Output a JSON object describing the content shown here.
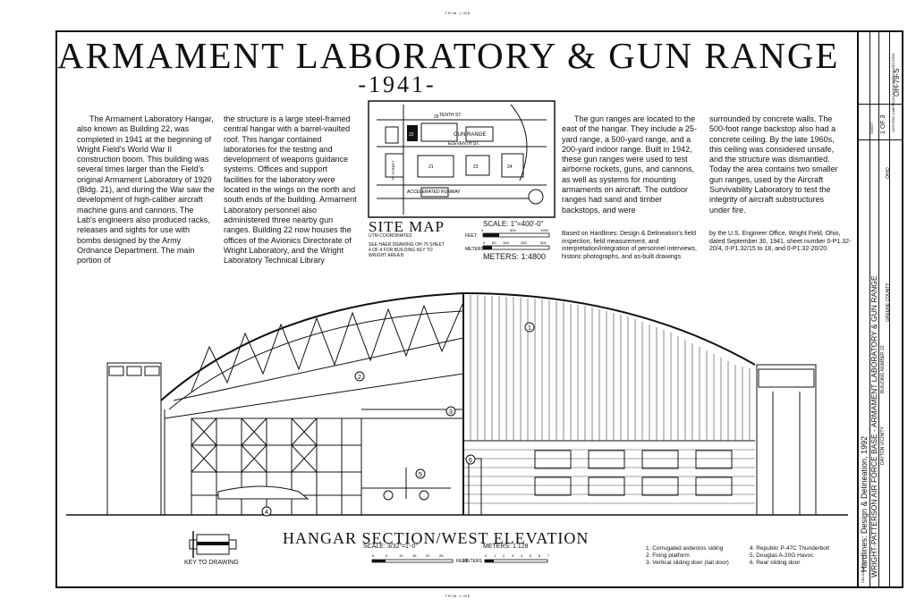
{
  "trim_line": "TRIM LINE",
  "title": "ARMAMENT LABORATORY & GUN RANGE",
  "year": "-1941-",
  "col1": "The Armament Laboratory Hangar, also known as Building 22, was completed in 1941 at the beginning of Wright Field's World War II construction boom. This building was several times larger than the Field's original Armament Laboratory of 1929 (Bldg. 21), and during the War saw the development of high-caliber aircraft machine guns and cannons. The Lab's engineers also produced racks, releases and sights for use with bombs designed by the Army Ordnance Department. The main portion of",
  "col2": "the structure is a large steel-framed central hangar with a barrel-vaulted roof. This hangar contained laboratories for the testing and development of weapons guidance systems. Offices and support facilities for the laboratory were located in the wings on the north and south ends of the building. Armament Laboratory personnel also administered three nearby gun ranges. Building 22 now houses the offices of the Avionics Directorate of Wright Laboratory, and the Wright Laboratory Technical Library",
  "col3": "The gun ranges are located to the east of the hangar. They include a 25-yard range, a 500-yard range, and a 200-yard indoor range. Built in 1942, these gun ranges were used to test airborne rockets, guns, and cannons, as well as systems for mounting armaments on aircraft. The outdoor ranges had sand and timber backstops, and were",
  "col4": "surrounded by concrete walls. The 500-foot range backstop also had a concrete ceiling. By the late 1960s, this ceiling was considered unsafe, and the structure was dismantled. Today the area contains two smaller gun ranges, used by the Aircraft Survivability Laboratory to test the integrity of aircraft substructures under fire.",
  "site_map": {
    "title": "SITE MAP",
    "utm": "UTM COORDINATES",
    "note": "SEE HAER DRAWING OH-79 SHEET 4 OF 4 FOR BUILDING KEY TO WRIGHT AREA B",
    "scale": "SCALE: 1\"=400'-0\"",
    "feet": "FEET",
    "meters_label": "METERS",
    "meters_ratio": "METERS: 1:4800",
    "street_tenth": "TENTH ST.",
    "street_eleventh": "ELEVENTH ST.",
    "street_p": "\"P\" STREET",
    "runway": "ACCELERATED RUNWAY",
    "gun_range": "GUN RANGE",
    "bldg_22": "22",
    "bldg_20": "20",
    "bldg_21": "21",
    "bldg_23": "23",
    "bldg_24": "24",
    "ft_ticks": [
      "0",
      "500",
      "1000"
    ],
    "m_ticks": [
      "0",
      "50",
      "100",
      "200",
      "300"
    ]
  },
  "based_note": "Based on Hardlines: Design & Delineation's field inspection, field measurement, and interpretation/integration of personnel interviews, historic photographs, and as-built drawings",
  "us_note": "by the U.S. Engineer Office, Wright Field, Ohio, dated September 30, 1941, sheet number 0-P1.32-20/4, 0-P1.32/15 to 18, and 0-P1.32-20/20.",
  "section": {
    "title": "HANGAR SECTION/WEST ELEVATION",
    "scale": "SCALE: 3/32\"=1'-0\"",
    "meters": "METERS: 1:128",
    "feet": "FEET",
    "meters_label": "METERS",
    "ft_ticks": [
      "0",
      "5",
      "10",
      "15",
      "20",
      "25"
    ],
    "m_ticks": [
      "0",
      "1",
      "2",
      "3",
      "4",
      "5",
      "6",
      "7"
    ],
    "key": "KEY TO DRAWING",
    "markers": [
      "1",
      "2",
      "3",
      "4",
      "5",
      "6"
    ]
  },
  "legend_left": [
    "1. Corrugated asbestos siding",
    "2. Firing platform",
    "3. Vertical sliding door (tail door)"
  ],
  "legend_right": [
    "4. Republic P-47C Thunderbolt",
    "5. Douglas A-20G Havoc",
    "6. Rear sliding door"
  ],
  "sidebar": {
    "delineated": "Hardlines: Design & Delineation, 1992",
    "base": "WRIGHT-PATTERSON AIR FORCE BASE - ARMAMENT LABORATORY & GUN RANGE",
    "building": "BUILDING NUMBER 22",
    "location": "DAYTON VICINITY",
    "county": "GREENE COUNTY",
    "state": "OHIO",
    "haer": "HISTORIC AMERICAN ENGINEERING RECORD",
    "number": "OH-79-S",
    "sheet_label": "SHEET",
    "sheet": "1 OF 3",
    "delineated_by": "DELINEATED BY:"
  }
}
